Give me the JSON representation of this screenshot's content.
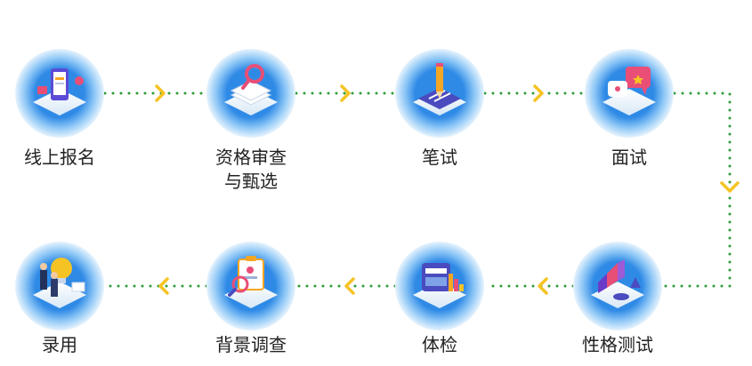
{
  "colors": {
    "connector": "#2e9d3a",
    "arrow": "#f5c324",
    "circle_outer": "#d2e9fb",
    "circle_inner": "#2f8ae6",
    "label": "#222222"
  },
  "steps": [
    {
      "id": "online-registration",
      "label": "线上报名",
      "icon": "phone-form-icon"
    },
    {
      "id": "qualification-review",
      "label": "资格审查\n与甄选",
      "icon": "magnifier-papers-icon"
    },
    {
      "id": "written-test",
      "label": "笔试",
      "icon": "pencil-paper-icon"
    },
    {
      "id": "interview",
      "label": "面试",
      "icon": "chat-bubbles-icon"
    },
    {
      "id": "personality-test",
      "label": "性格测试",
      "icon": "bar-chart-icon"
    },
    {
      "id": "physical-exam",
      "label": "体检",
      "icon": "medical-chart-icon"
    },
    {
      "id": "background-check",
      "label": "背景调查",
      "icon": "clipboard-magnifier-icon"
    },
    {
      "id": "hiring",
      "label": "录用",
      "icon": "handshake-bulb-icon"
    }
  ]
}
